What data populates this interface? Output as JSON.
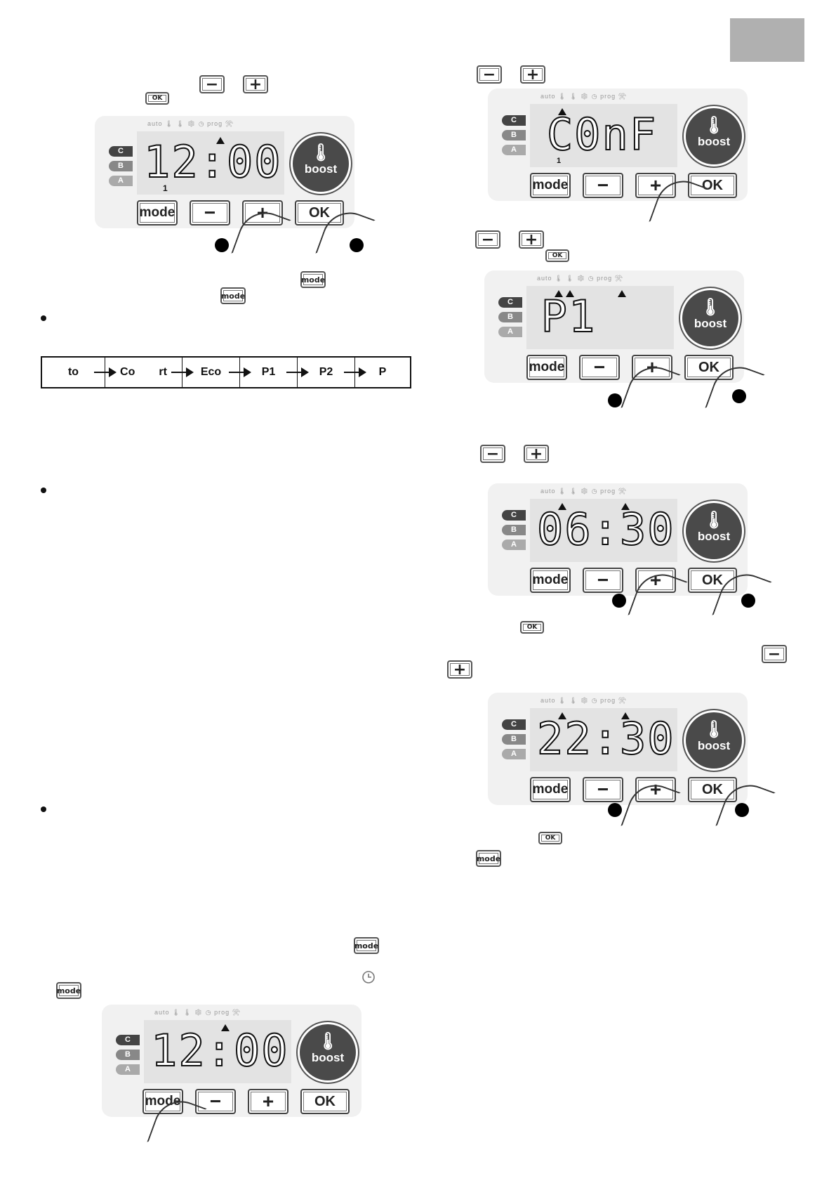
{
  "keys": {
    "minus": "−",
    "plus": "+",
    "ok": "OK",
    "mode": "mode"
  },
  "mode_sequence": [
    "to",
    "Co",
    "rt",
    "Eco",
    "P1",
    "P2",
    "P"
  ],
  "panel": {
    "status_icons": "auto  🌡 🌡 ❄ ◷ prog ⚒",
    "levels": [
      "C",
      "B",
      "A"
    ],
    "boost": "boost",
    "buttons": {
      "mode": "mode",
      "minus": "−",
      "plus": "+",
      "ok": "OK"
    }
  },
  "displays": {
    "clock_setting": "12:00",
    "config": "C0nF",
    "program": "P1",
    "start_time": "06:30",
    "end_time": "22:30",
    "clock_final": "12:00"
  },
  "badge_1": "1",
  "sub_1": "1",
  "colors": {
    "tab": "#b0b0b0",
    "panel": "#f1f1f1",
    "boost": "#4a4a4a"
  }
}
